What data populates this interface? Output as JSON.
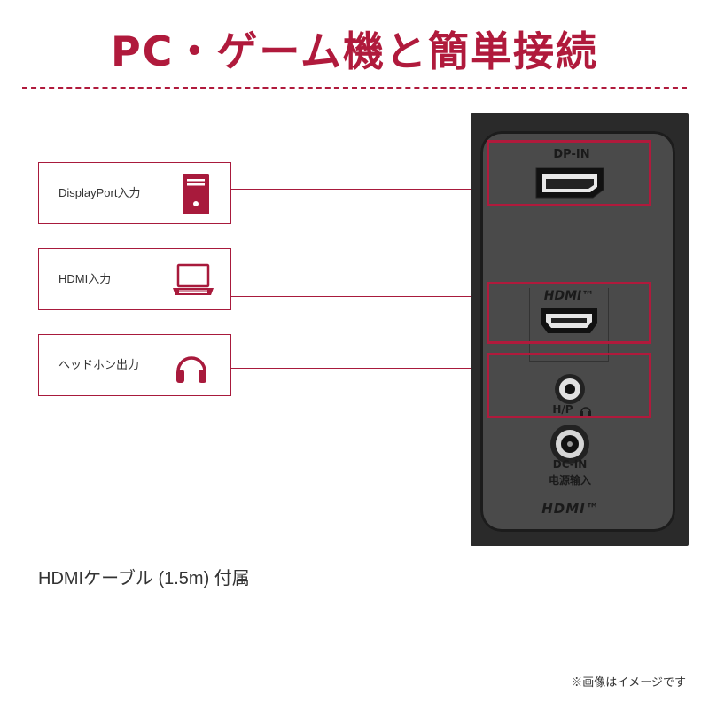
{
  "title": "PC・ゲーム機と簡単接続",
  "connections": [
    {
      "label": "DisplayPort入力",
      "icon": "desktop-tower-icon"
    },
    {
      "label": "HDMI入力",
      "icon": "laptop-icon"
    },
    {
      "label": "ヘッドホン出力",
      "icon": "headphones-icon"
    }
  ],
  "panel": {
    "dp_label": "DP-IN",
    "hdmi_label": "HDMI™",
    "hp_label": "H/P",
    "dc_label": "DC-IN",
    "dc_sub_label": "电源输入",
    "logo_text": "HDMI™"
  },
  "footnote": "HDMIケーブル (1.5m) 付属",
  "disclaimer": "※画像はイメージです",
  "colors": {
    "accent": "#b01a3c",
    "panel": "#4a4a4a",
    "panel_frame": "#2a2a2a"
  }
}
